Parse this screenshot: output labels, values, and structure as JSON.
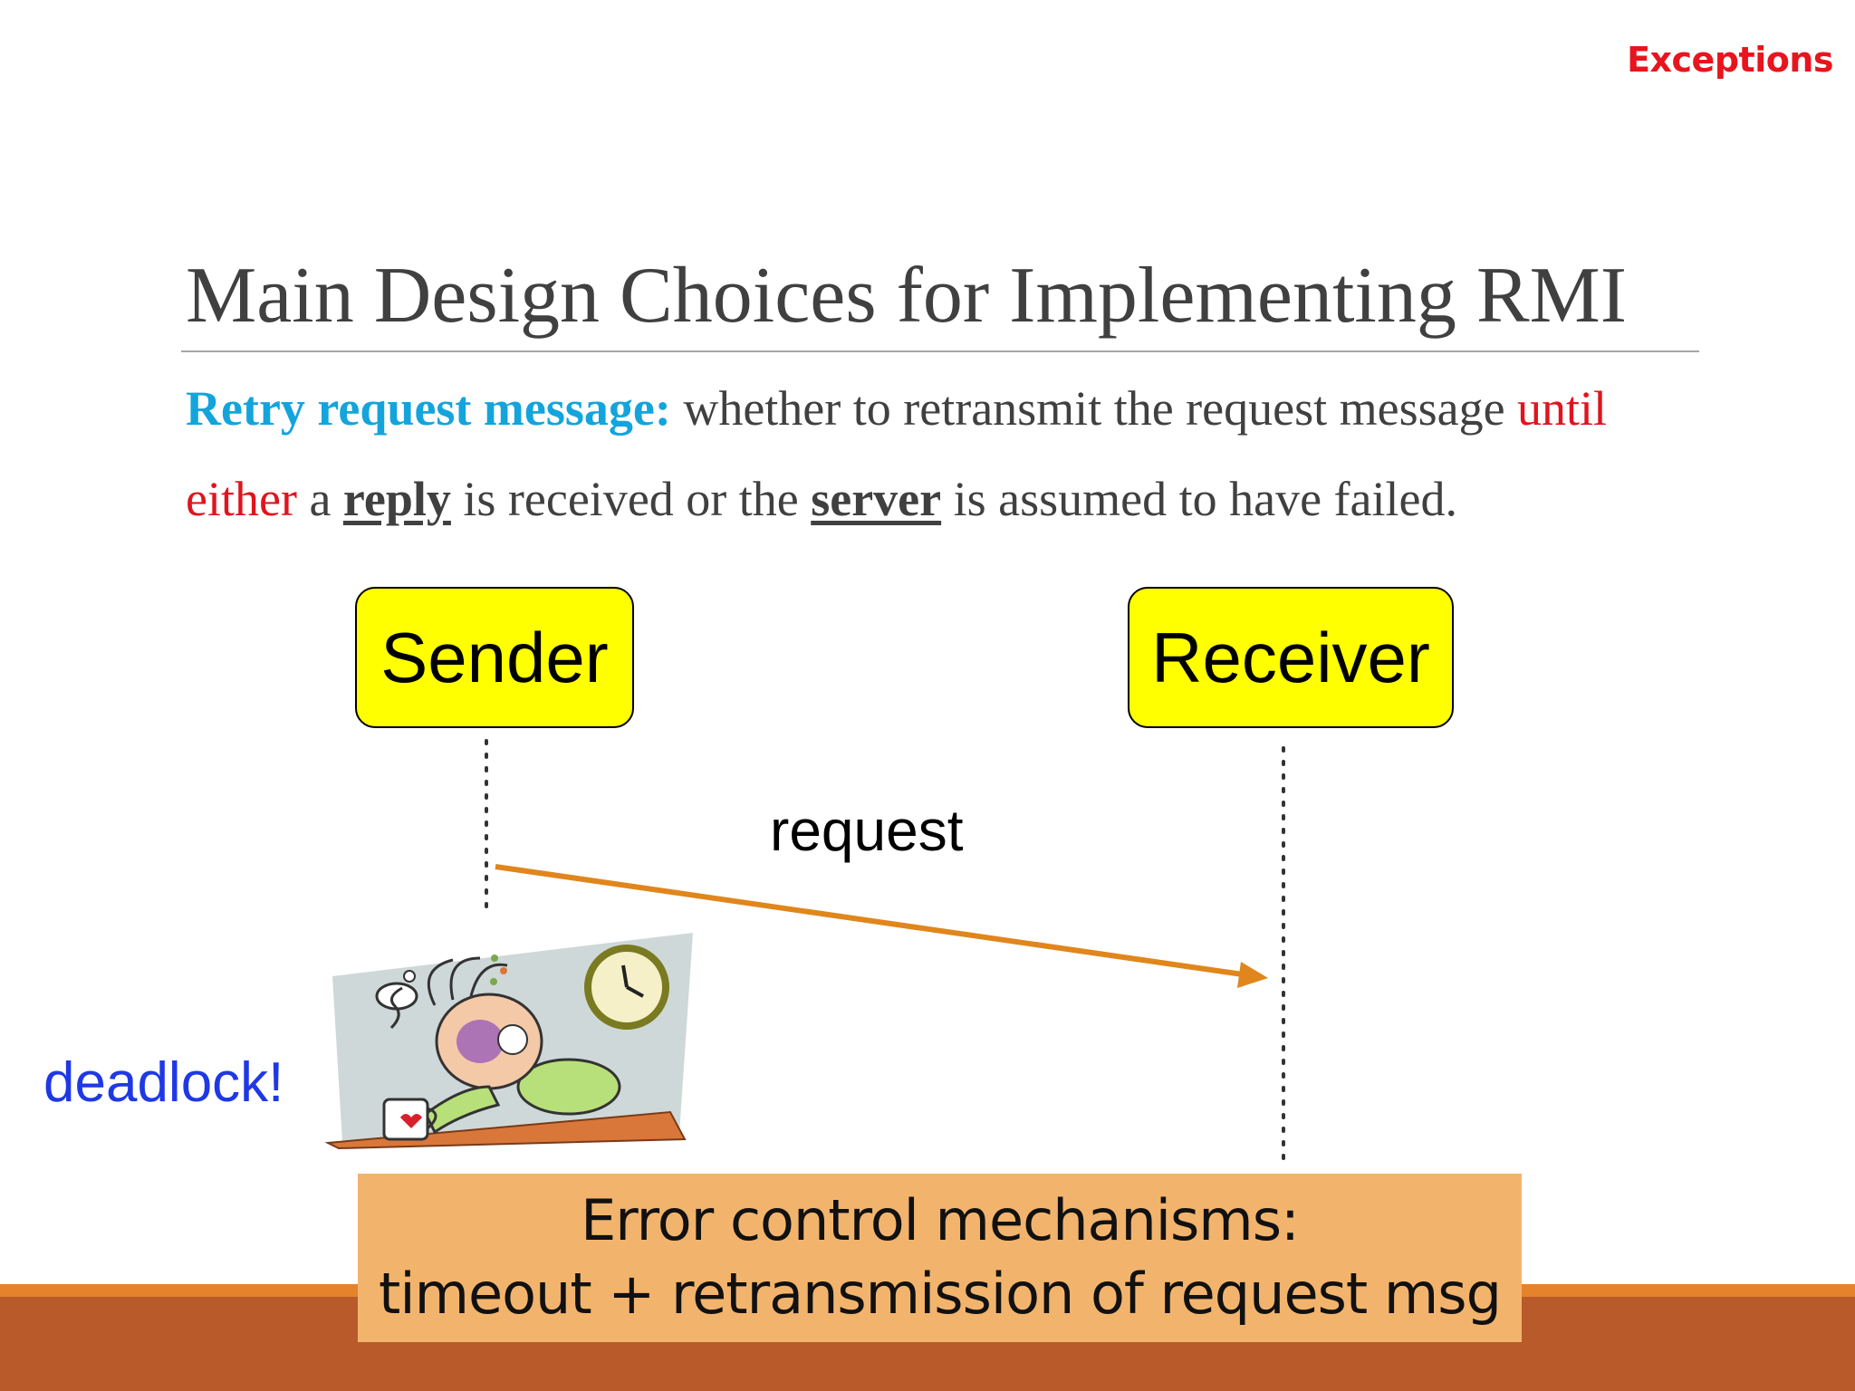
{
  "header": {
    "section_tag": "Exceptions"
  },
  "slide": {
    "title": "Main Design Choices for Implementing RMI",
    "body": {
      "term": "Retry request message:",
      "line1_rest": " whether to retransmit the request message ",
      "until": "until",
      "either": "either",
      "a": " a ",
      "reply": "reply",
      "mid": " is received or the ",
      "server": "server",
      "end": " is assumed to have failed."
    }
  },
  "diagram": {
    "sender": "Sender",
    "receiver": "Receiver",
    "message": "request",
    "state_label": "deadlock!",
    "arrow_color": "#e0861c",
    "waiting_illustration_icon": "sleeping-person-clock-icon"
  },
  "callout": {
    "line1": "Error control mechanisms:",
    "line2": "timeout + retransmission of request msg"
  },
  "colors": {
    "accent_red": "#e8141e",
    "accent_blue": "#13a4dc",
    "box_yellow": "#ffff00",
    "footer": "#b95a2b",
    "callout_bg": "#f2b46d"
  }
}
